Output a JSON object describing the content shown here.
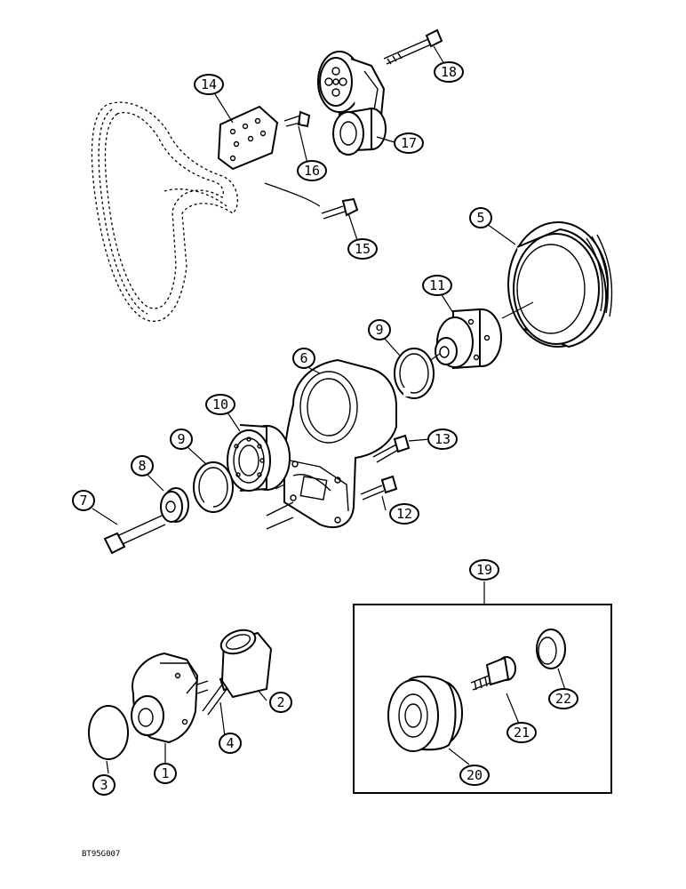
{
  "callouts": {
    "c1": "1",
    "c2": "2",
    "c3": "3",
    "c4": "4",
    "c5": "5",
    "c6": "6",
    "c7": "7",
    "c8": "8",
    "c9a": "9",
    "c9b": "9",
    "c10": "10",
    "c11": "11",
    "c12": "12",
    "c13": "13",
    "c14": "14",
    "c15": "15",
    "c16": "16",
    "c17": "17",
    "c18": "18",
    "c19": "19",
    "c20": "20",
    "c21": "21",
    "c22": "22"
  },
  "drawing_code": "BT95G007"
}
